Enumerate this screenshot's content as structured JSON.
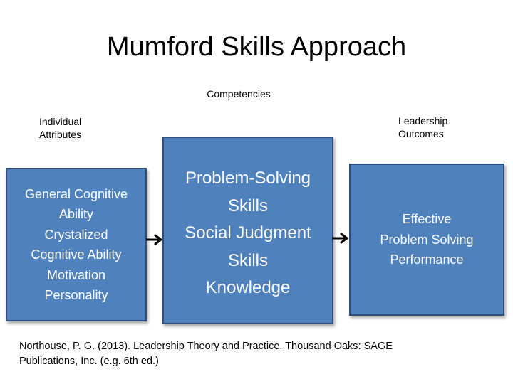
{
  "slide": {
    "title": "Mumford Skills Approach"
  },
  "labels": {
    "competencies": "Competencies",
    "individual_attributes_line1": "Individual",
    "individual_attributes_line2": "Attributes",
    "leadership_outcomes_line1": "Leadership",
    "leadership_outcomes_line2": "Outcomes"
  },
  "boxes": {
    "individual": {
      "lines": [
        "General Cognitive",
        "Ability",
        "Crystalized",
        "Cognitive Ability",
        "Motivation",
        "Personality"
      ]
    },
    "competencies": {
      "lines": [
        "Problem-Solving",
        "Skills",
        "Social Judgment",
        "Skills",
        "Knowledge"
      ]
    },
    "outcomes": {
      "lines": [
        "Effective",
        "Problem Solving",
        "Performance"
      ]
    }
  },
  "citation": {
    "line1": "Northouse, P. G. (2013). Leadership Theory and Practice. Thousand Oaks: SAGE",
    "line2": "Publications, Inc.  (e.g. 6th ed.)"
  },
  "colors": {
    "box_fill": "#4f81bd",
    "box_border": "#2f4f7f",
    "box_text": "#ffffff",
    "arrow": "#000000"
  },
  "icons": {
    "arrow": "right-arrow-icon"
  }
}
